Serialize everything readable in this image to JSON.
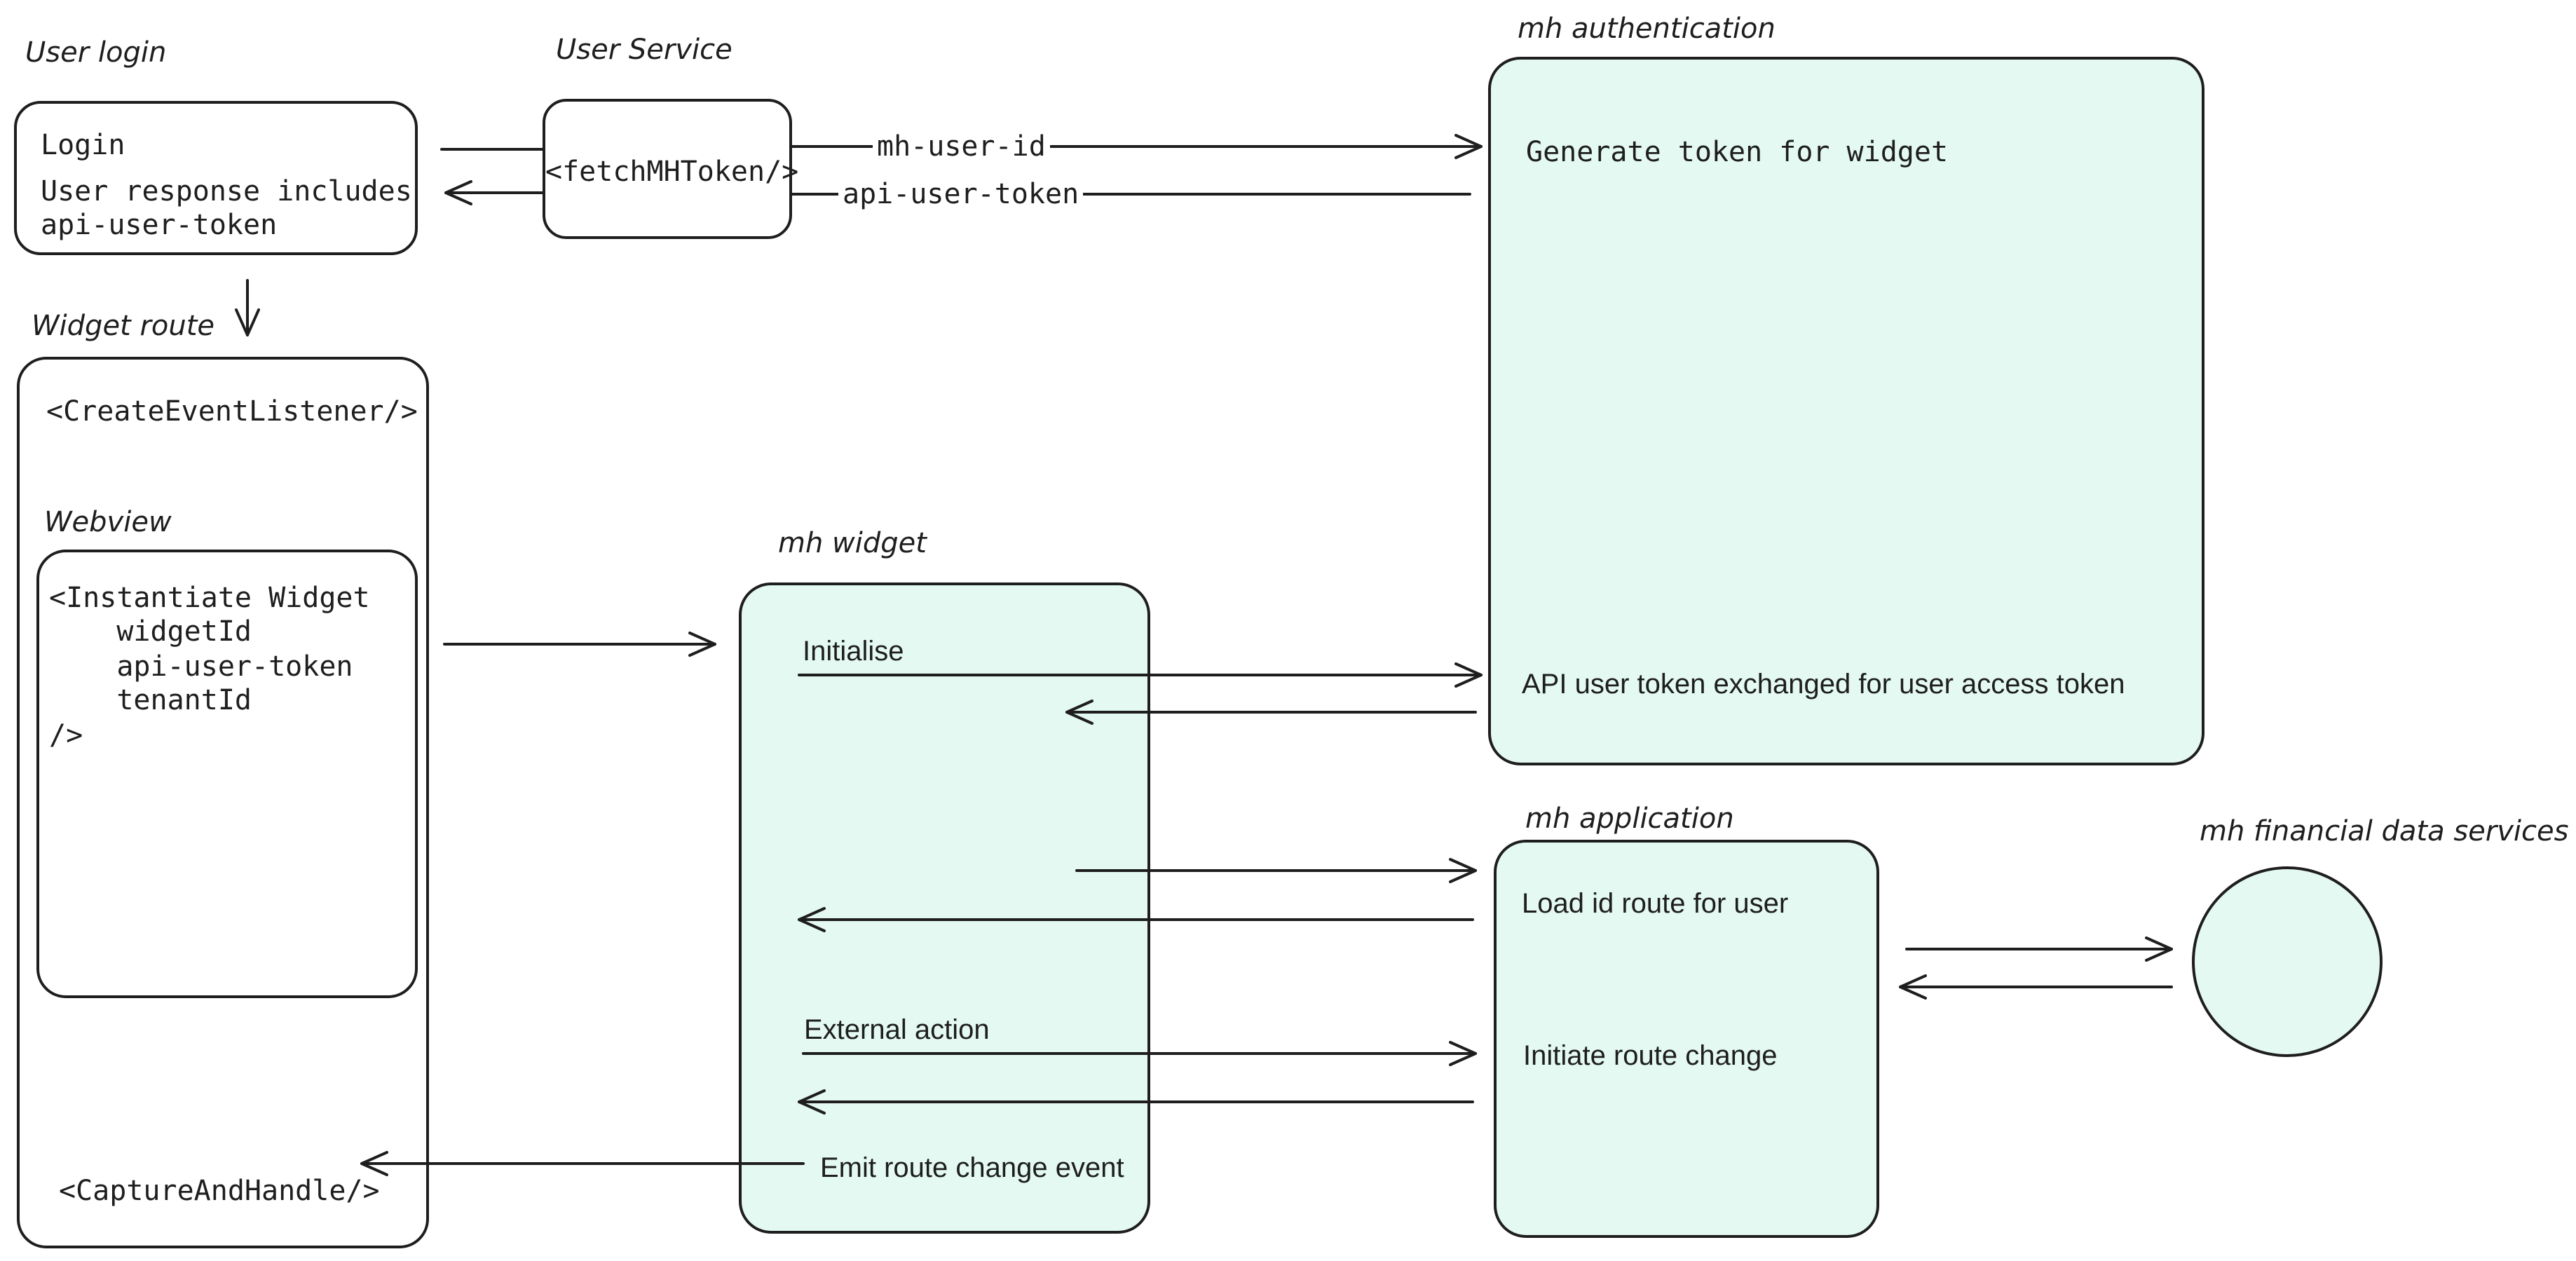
{
  "labels": {
    "user_login": "User login",
    "user_service": "User Service",
    "mh_authentication": "mh authentication",
    "widget_route": "Widget route",
    "webview": "Webview",
    "mh_widget": "mh widget",
    "mh_application": "mh application",
    "mh_financial_data_services": "mh financial data services"
  },
  "login_box": {
    "title": "Login",
    "line1": "User response includes",
    "line2": "api-user-token"
  },
  "user_service_box": {
    "text": "<fetchMHToken/>"
  },
  "arrows": {
    "mh_user_id": "mh-user-id",
    "api_user_token": "api-user-token"
  },
  "auth_box": {
    "title": "Generate token for widget",
    "exchange": "API user token exchanged for user access token"
  },
  "widget_route_box": {
    "listener": "<CreateEventListener/>",
    "capture": "<CaptureAndHandle/>"
  },
  "webview_box": {
    "line1": "<Instantiate Widget",
    "line2": "    widgetId",
    "line3": "    api-user-token",
    "line4": "    tenantId",
    "line5": "/>"
  },
  "widget_box": {
    "initialise": "Initialise",
    "external_action": "External action",
    "emit": "Emit route change event"
  },
  "application_box": {
    "load_route": "Load id route for user",
    "route_change": "Initiate route change"
  },
  "colors": {
    "fill": "#e3f9f1",
    "stroke": "#1e1e1e",
    "background": "#ffffff"
  }
}
